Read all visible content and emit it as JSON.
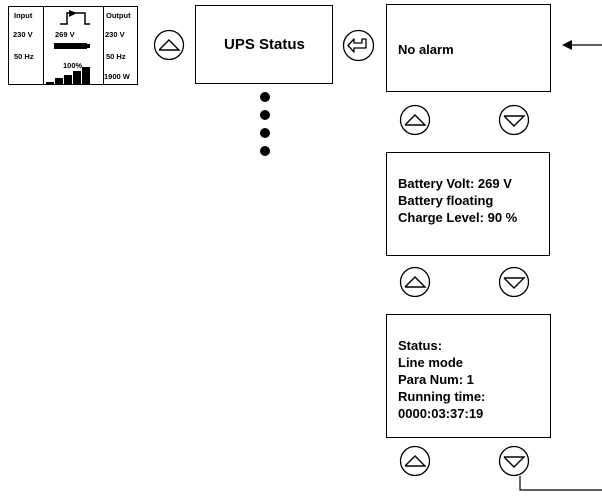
{
  "lcd": {
    "input_label": "Input",
    "input_voltage": "230 V",
    "input_freq": "50 Hz",
    "battery_voltage": "269 V",
    "battery_percent": "100%",
    "output_label": "Output",
    "output_voltage": "230 V",
    "output_freq": "50 Hz",
    "output_power": "1900 W"
  },
  "menu": {
    "ups_status_title": "UPS Status"
  },
  "screens": {
    "alarm": "No alarm",
    "battery": [
      "Battery Volt: 269 V",
      "Battery floating",
      "Charge Level: 90 %"
    ],
    "status": [
      "Status:",
      "Line mode",
      "Para Num: 1",
      "Running time:",
      "0000:03:37:19"
    ]
  },
  "icons": {
    "up": "up-arrow-icon",
    "down": "down-arrow-icon",
    "enter": "enter-return-icon"
  }
}
